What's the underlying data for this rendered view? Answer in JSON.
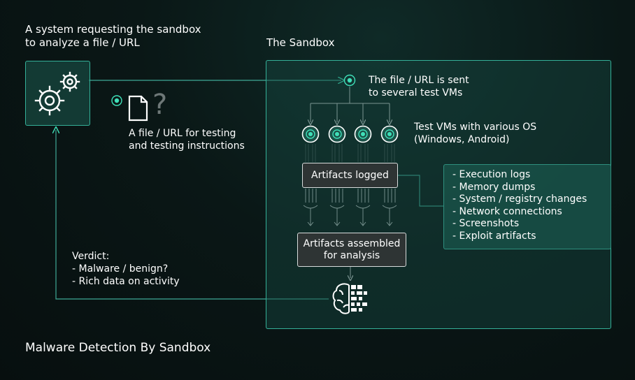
{
  "system": {
    "label_lines": [
      "A system requesting the sandbox",
      "to analyze a file / URL"
    ]
  },
  "sandbox": {
    "title": "The Sandbox",
    "sent_lines": [
      "The file / URL is sent",
      "to several test VMs"
    ],
    "vms_lines": [
      "Test VMs with various OS",
      "(Windows, Android)"
    ],
    "artifacts_logged": "Artifacts logged",
    "artifacts_assembled_lines": [
      "Artifacts assembled",
      "for analysis"
    ],
    "artifact_list": [
      "- Execution logs",
      "- Memory dumps",
      "- System / registry changes",
      "- Network connections",
      "- Screenshots",
      "- Exploit artifacts"
    ]
  },
  "file": {
    "label_lines": [
      "A file / URL for testing",
      "and testing instructions"
    ],
    "question_mark": "?"
  },
  "verdict": {
    "lines": [
      "Verdict:",
      "- Malware / benign?",
      "- Rich data on activity"
    ]
  },
  "footer": "Malware Detection By Sandbox",
  "colors": {
    "accent": "#34b098",
    "accent_bright": "#3fe0b9",
    "panel_border": "#34b098",
    "dark_box": "#2e3434",
    "text": "#ffffff"
  },
  "icons": {
    "system": "gears-icon",
    "file": "document-icon",
    "vm": "vm-node-icon",
    "analysis": "brain-chip-icon"
  }
}
